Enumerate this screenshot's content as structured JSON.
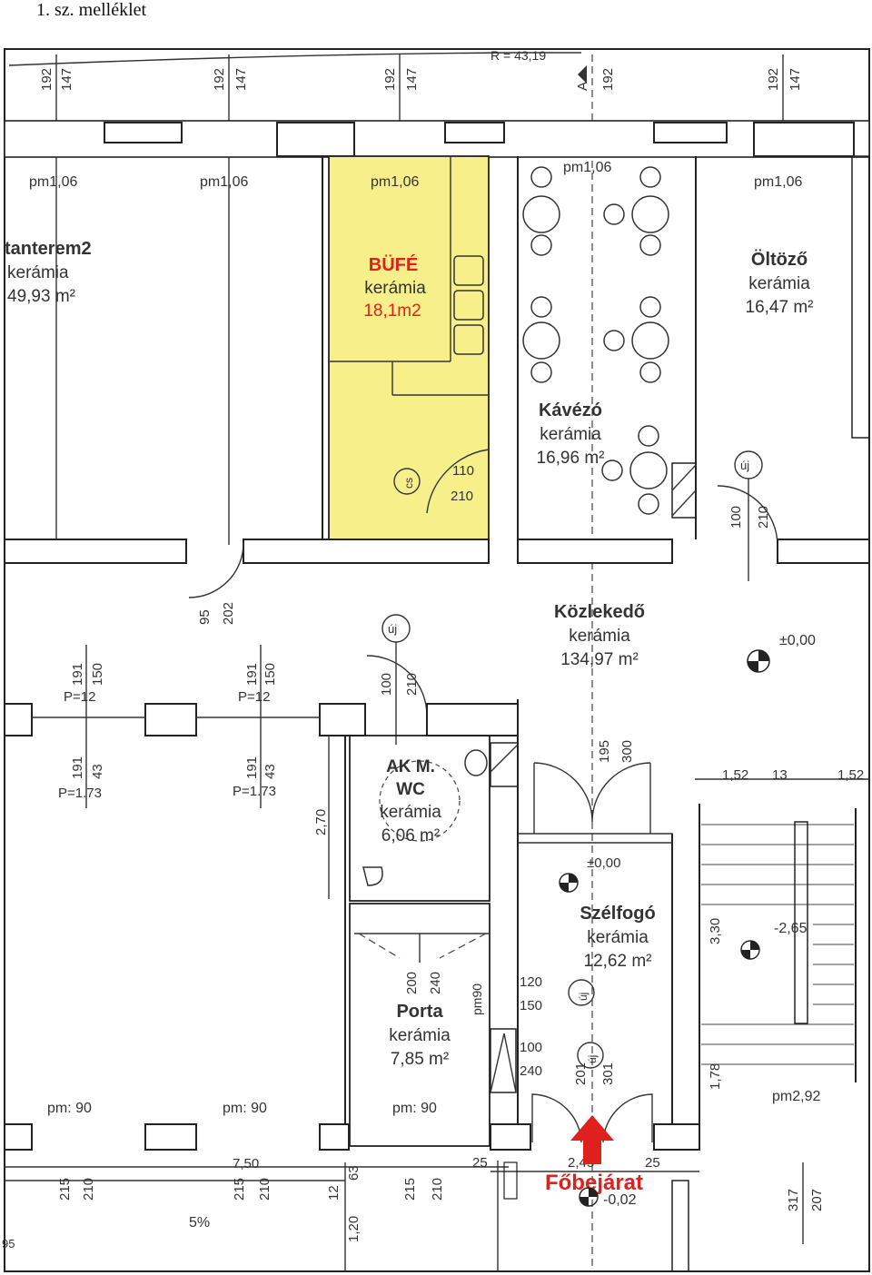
{
  "header": "1.   sz. melléklet",
  "top_dims": {
    "r_label": "R = 43,19",
    "pairs": [
      {
        "a": "147",
        "b": "192"
      },
      {
        "a": "147",
        "b": "192"
      },
      {
        "a": "147",
        "b": "192"
      },
      {
        "a": "192"
      },
      {
        "a": "147",
        "b": "192"
      }
    ],
    "axis_mark": "A"
  },
  "rooms": {
    "tanterem": {
      "name": "tanterem2",
      "floor": "kerámia",
      "area": "49,93 m²"
    },
    "bufe": {
      "name": "BÜFÉ",
      "floor": "kerámia",
      "area": "18,1m2"
    },
    "kavezo": {
      "name": "Kávézó",
      "floor": "kerámia",
      "area": "16,96 m²"
    },
    "oltozo": {
      "name": "Öltöző",
      "floor": "kerámia",
      "area": "16,47 m²"
    },
    "kozlekedo": {
      "name": "Közlekedő",
      "floor": "kerámia",
      "area": "134,97 m²"
    },
    "akwc": {
      "name1": "AK M.",
      "name2": "WC",
      "floor": "kerámia",
      "area": "6,06 m²"
    },
    "szelfogo": {
      "name": "Szélfogó",
      "floor": "kerámia",
      "area": "12,62 m²"
    },
    "porta": {
      "name": "Porta",
      "floor": "kerámia",
      "area": "7,85 m²"
    }
  },
  "labels": {
    "pm106": "pm1,06",
    "pm90": "pm: 90",
    "pm90_v": "pm90",
    "pm292": "pm2,92",
    "cs": "cs",
    "uj": "új",
    "d110": "110",
    "d210": "210",
    "d100": "100",
    "d95": "95",
    "d202": "202",
    "d191": "191",
    "d150": "150",
    "p12": "P=12",
    "d43": "43",
    "p173": "P=1.73",
    "d270": "2,70",
    "d195": "195",
    "d300": "300",
    "d152": "1,52",
    "d13": "13",
    "level0": "±0,00",
    "level265": "-2,65",
    "level002": "-0,02",
    "d330": "3,30",
    "d178": "1,78",
    "d200": "200",
    "d240": "240",
    "d120": "120",
    "d201": "201",
    "d301": "301",
    "d750": "7,50",
    "d215": "215",
    "d63": "63",
    "d12": "12",
    "d120b": "1,20",
    "d25": "25",
    "d245": "2,45",
    "d317": "317",
    "d207": "207",
    "slope": "5%",
    "d95b": "95"
  },
  "entrance": {
    "label": "Főbejárat",
    "color": "#e0201c"
  },
  "colors": {
    "bufe_fill": "#f7f08a",
    "accent_red": "#e0201c"
  }
}
